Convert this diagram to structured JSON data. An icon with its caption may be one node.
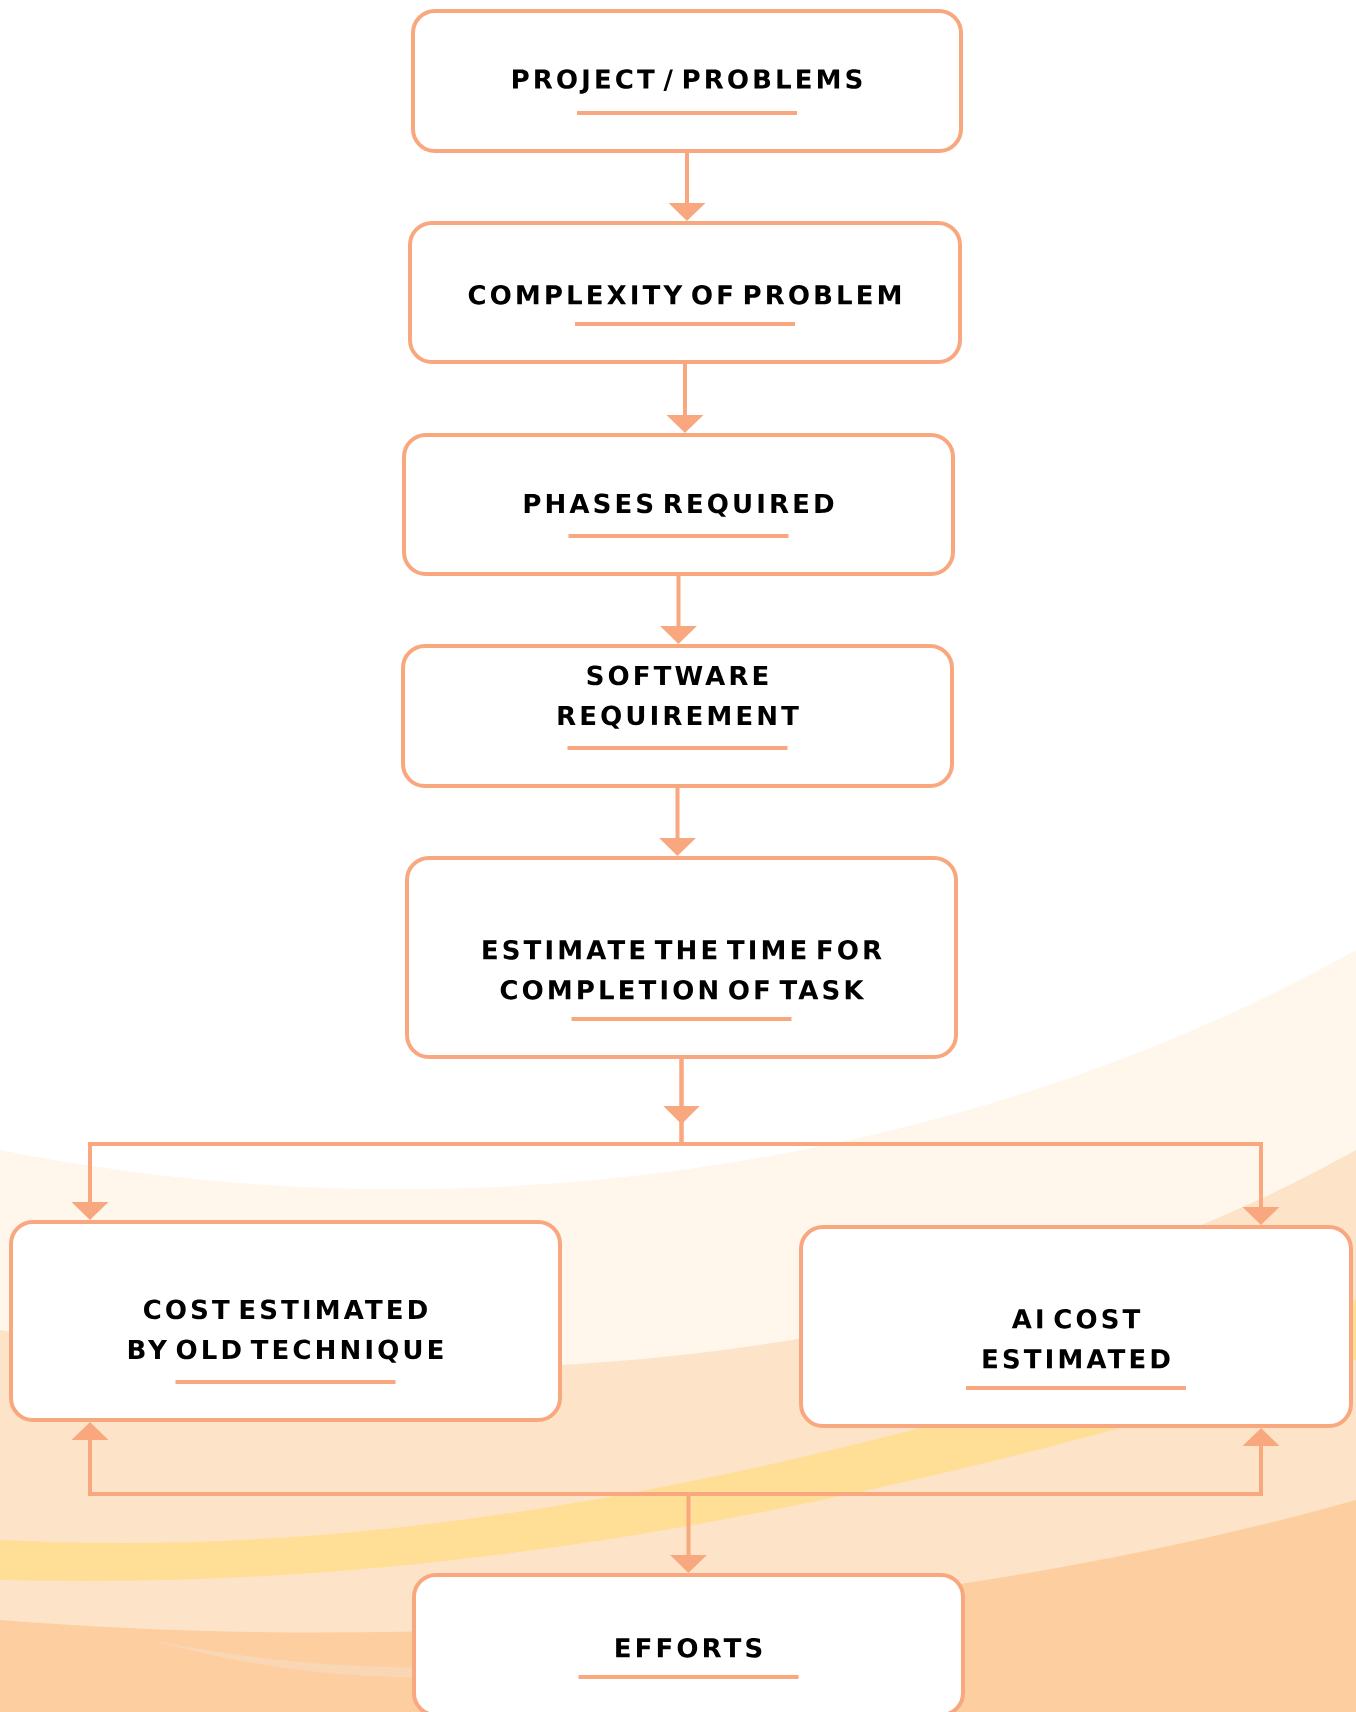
{
  "diagram": {
    "nodes": [
      {
        "text": [
          "PROJECT / PROBLEMS"
        ]
      },
      {
        "text": [
          "COMPLEXITY OF PROBLEM"
        ]
      },
      {
        "text": [
          "PHASES REQUIRED"
        ]
      },
      {
        "text": [
          "SOFTWARE REQUIREMENT"
        ]
      },
      {
        "text": [
          "ESTIMATE THE TIME FOR COMPLETION OF TASK"
        ]
      },
      {
        "text": [
          "COST ESTIMATED BY OLD TECHNIQUE"
        ]
      },
      {
        "text": [
          "AI COST ESTIMATED"
        ]
      },
      {
        "text": [
          "EFFORTS"
        ]
      }
    ],
    "edges": [
      {
        "from": 0,
        "to": 1,
        "arrow": "to"
      },
      {
        "from": 1,
        "to": 2,
        "arrow": "to"
      },
      {
        "from": 2,
        "to": 3,
        "arrow": "to"
      },
      {
        "from": 3,
        "to": 4,
        "arrow": "to"
      },
      {
        "from": 4,
        "to": 5,
        "arrow": "to"
      },
      {
        "from": 4,
        "to": 6,
        "arrow": "to"
      },
      {
        "from": 5,
        "to": 7,
        "arrow": "both"
      },
      {
        "from": 6,
        "to": 7,
        "arrow": "both"
      }
    ]
  }
}
